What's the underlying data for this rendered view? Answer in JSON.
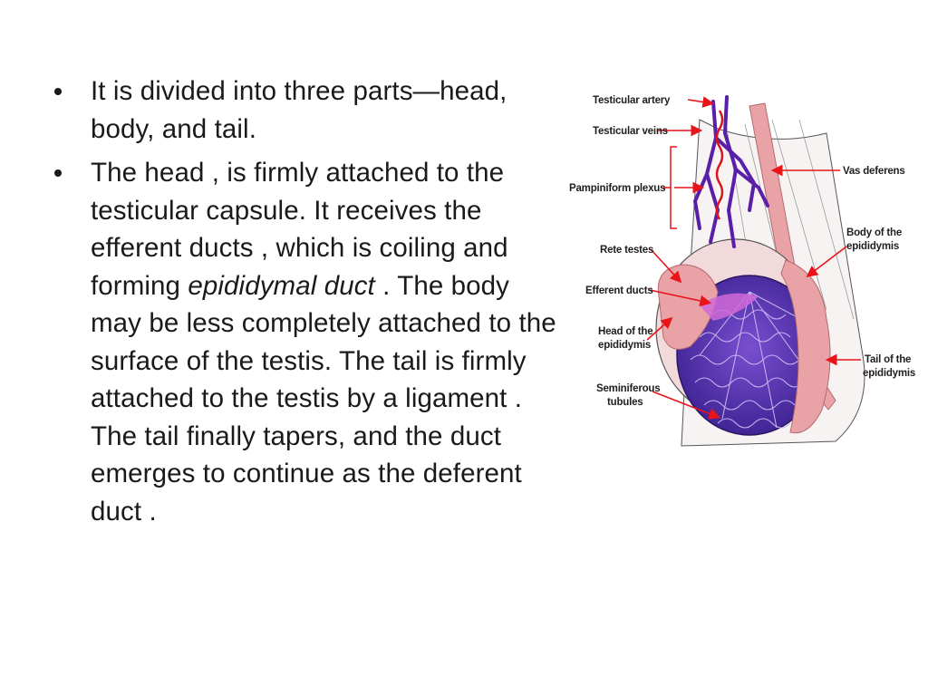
{
  "bullets": [
    {
      "text": "It is divided into three parts—head, body, and tail."
    },
    {
      "text_a": "The head , is firmly attached to the testicular capsule. It receives the efferent ducts , which is coiling and forming ",
      "italic": "epididymal duct",
      "text_b": " . The body may be less completely attached to the surface of the testis. The tail is firmly attached to the testis by a ligament . The tail finally tapers, and the duct emerges to continue as the deferent duct ."
    }
  ],
  "figure": {
    "labels": {
      "testicular_artery": "Testicular artery",
      "testicular_veins": "Testicular veins",
      "pampiniform_plexus": "Pampiniform plexus",
      "rete_testes": "Rete testes",
      "efferent_ducts": "Efferent ducts",
      "head_1": "Head of the",
      "head_2": "epididymis",
      "seminiferous_1": "Seminiferous",
      "seminiferous_2": "tubules",
      "vas_deferens": "Vas deferens",
      "body_1": "Body of the",
      "body_2": "epididymis",
      "tail_1": "Tail of the",
      "tail_2": "epididymis"
    },
    "colors": {
      "arrow": "#e8141a",
      "vein": "#5a1fa8",
      "tubules": "#4b2aa0",
      "epididymis": "#e9a3a7",
      "capsule": "#f1d9dc"
    }
  }
}
